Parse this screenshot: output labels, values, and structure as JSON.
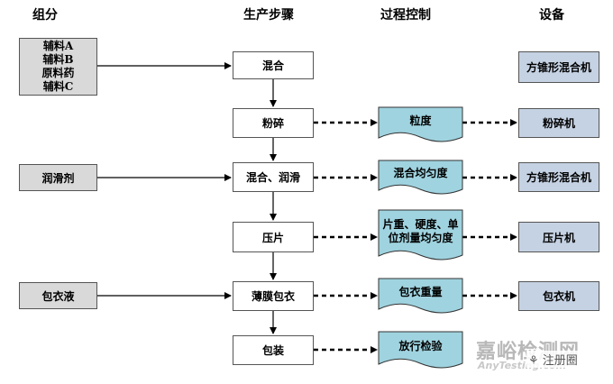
{
  "headers": {
    "components": "组分",
    "steps": "生产步骤",
    "control": "过程控制",
    "equipment": "设备"
  },
  "components": {
    "mix": [
      "辅料A",
      "辅料B",
      "原料药",
      "辅料C"
    ],
    "lubricant": "润滑剂",
    "coating_liquid": "包衣液"
  },
  "steps": [
    "混合",
    "粉碎",
    "混合、润滑",
    "压片",
    "薄膜包衣",
    "包装"
  ],
  "controls": [
    "粒度",
    "混合均匀度",
    "片重、硬度、单位剂量均匀度",
    "包衣重量",
    "放行检验"
  ],
  "equipment": [
    "方锥形混合机",
    "粉碎机",
    "方锥形混合机",
    "压片机",
    "包衣机"
  ],
  "watermark": {
    "brand": "嘉峪检测网",
    "url": "AnyTesting.com",
    "account": "注册圈"
  },
  "colors": {
    "component_fill": "#d9d9d9",
    "equipment_fill": "#c5d2e3",
    "control_fill": "#9fd3df"
  }
}
